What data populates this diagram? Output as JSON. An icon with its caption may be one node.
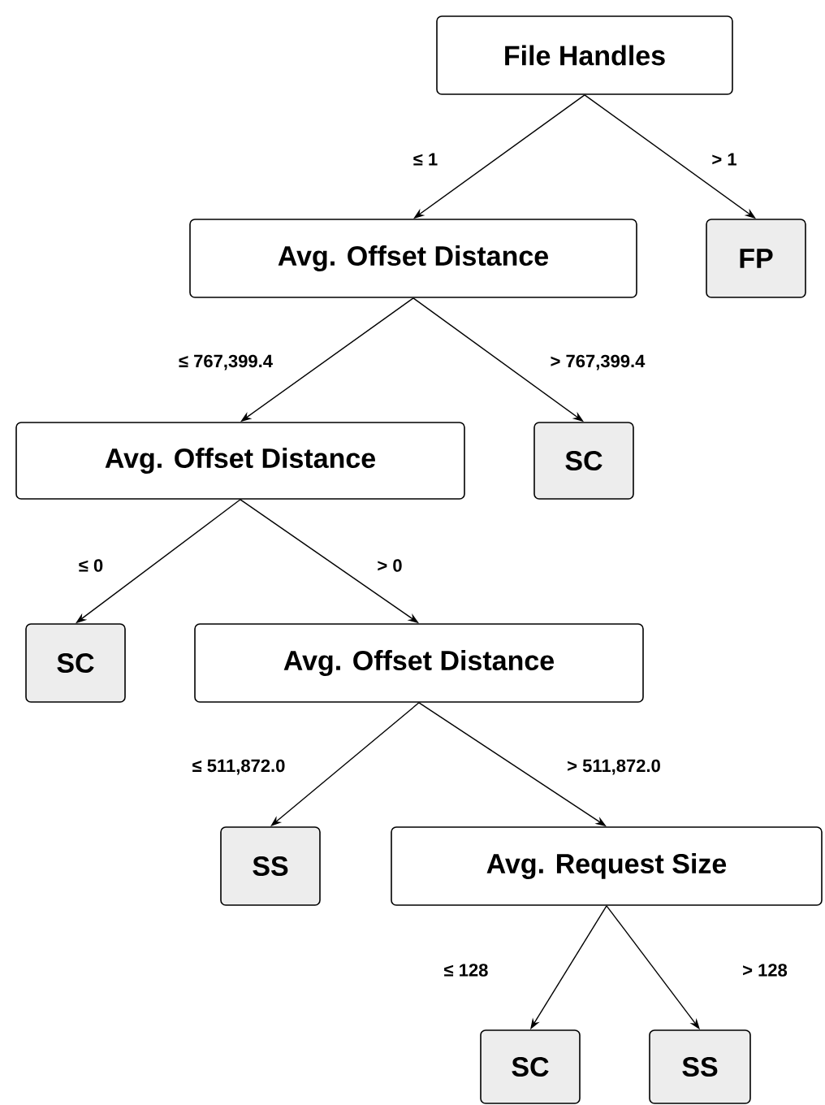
{
  "diagram": {
    "nodes": [
      {
        "text": [
          "File Handles"
        ]
      },
      {
        "text": [
          "Avg. Offset Distance"
        ]
      },
      {
        "text": [
          "FP"
        ]
      },
      {
        "text": [
          "Avg. Offset Distance"
        ]
      },
      {
        "text": [
          "SC"
        ]
      },
      {
        "text": [
          "SC"
        ]
      },
      {
        "text": [
          "Avg. Offset Distance"
        ]
      },
      {
        "text": [
          "SS"
        ]
      },
      {
        "text": [
          "Avg. Request Size"
        ]
      },
      {
        "text": [
          "SC"
        ]
      },
      {
        "text": [
          "SS"
        ]
      }
    ],
    "edges": [
      {
        "from": 0,
        "to": 1,
        "arrow": "to",
        "label": "≤ 1"
      },
      {
        "from": 0,
        "to": 2,
        "arrow": "to",
        "label": "> 1"
      },
      {
        "from": 1,
        "to": 3,
        "arrow": "to",
        "label": "≤ 767,399.4"
      },
      {
        "from": 1,
        "to": 4,
        "arrow": "to",
        "label": "> 767,399.4"
      },
      {
        "from": 3,
        "to": 5,
        "arrow": "to",
        "label": "≤ 0"
      },
      {
        "from": 3,
        "to": 6,
        "arrow": "to",
        "label": "> 0"
      },
      {
        "from": 6,
        "to": 7,
        "arrow": "to",
        "label": "≤ 511,872.0"
      },
      {
        "from": 6,
        "to": 8,
        "arrow": "to",
        "label": "> 511,872.0"
      },
      {
        "from": 8,
        "to": 9,
        "arrow": "to",
        "label": "≤ 128"
      },
      {
        "from": 8,
        "to": 10,
        "arrow": "to",
        "label": "> 128"
      }
    ]
  }
}
